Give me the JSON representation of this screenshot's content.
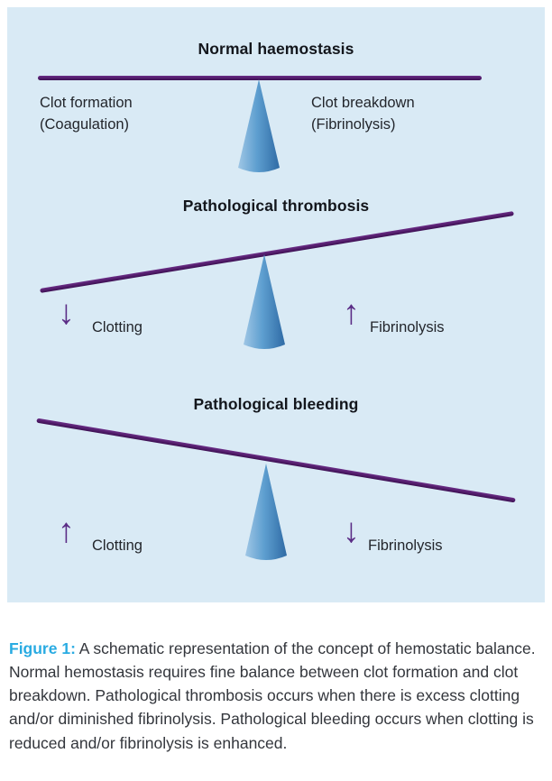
{
  "colors": {
    "panel_bg": "#d9eaf5",
    "beam_purple": "#4a1a5e",
    "arrow_purple": "#5b2d86",
    "figure_label_blue": "#29abe2",
    "cone_light": "#9fc6e5",
    "cone_dark": "#2f6ba5"
  },
  "sections": [
    {
      "title": "Normal haemostasis",
      "left_line1": "Clot formation",
      "left_line2": "(Coagulation)",
      "right_line1": "Clot breakdown",
      "right_line2": "(Fibrinolysis)"
    },
    {
      "title": "Pathological thrombosis",
      "left_arrow": "↓",
      "left_label": "Clotting",
      "right_arrow": "↑",
      "right_label": "Fibrinolysis"
    },
    {
      "title": "Pathological bleeding",
      "left_arrow": "↑",
      "left_label": "Clotting",
      "right_arrow": "↓",
      "right_label": "Fibrinolysis"
    }
  ],
  "caption": {
    "label": "Figure 1:",
    "text": " A schematic representation of the concept of hemostatic balance. Normal hemostasis requires fine balance between clot formation and clot breakdown. Pathological thrombosis occurs when there is excess clotting and/or diminished fibrinolysis. Pathological bleeding occurs when clotting is reduced and/or fibrinolysis is enhanced."
  }
}
